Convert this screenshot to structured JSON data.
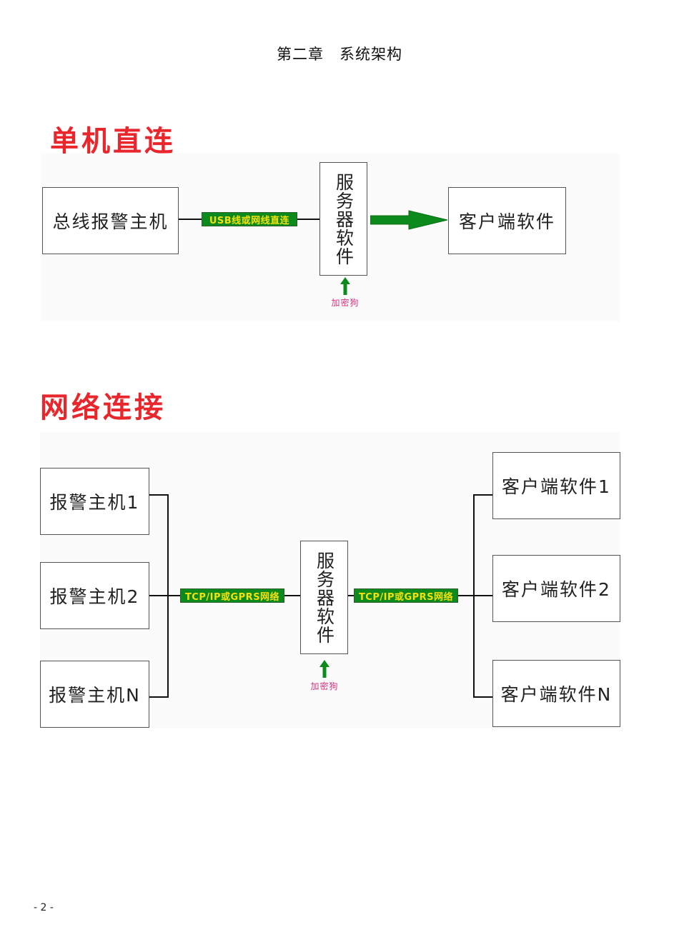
{
  "chapter_title": "第二章　系统架构",
  "page_number": "- 2 -",
  "colors": {
    "section_title": "#e8262c",
    "link_label_bg": "#0c8a1c",
    "link_label_text": "#f5e10a",
    "arrow_green": "#0c8a1c",
    "dongle_text": "#d9317f"
  },
  "single": {
    "title": "单机直连",
    "host": "总线报警主机",
    "link": "USB线或网线直连",
    "server": "服务器软件",
    "client": "客户端软件",
    "dongle": "加密狗"
  },
  "network": {
    "title": "网络连接",
    "hosts": [
      "报警主机1",
      "报警主机2",
      "报警主机N"
    ],
    "link_left": "TCP/IP或GPRS网络",
    "server": "服务器软件",
    "link_right": "TCP/IP或GPRS网络",
    "clients": [
      "客户端软件1",
      "客户端软件2",
      "客户端软件N"
    ],
    "dongle": "加密狗"
  }
}
